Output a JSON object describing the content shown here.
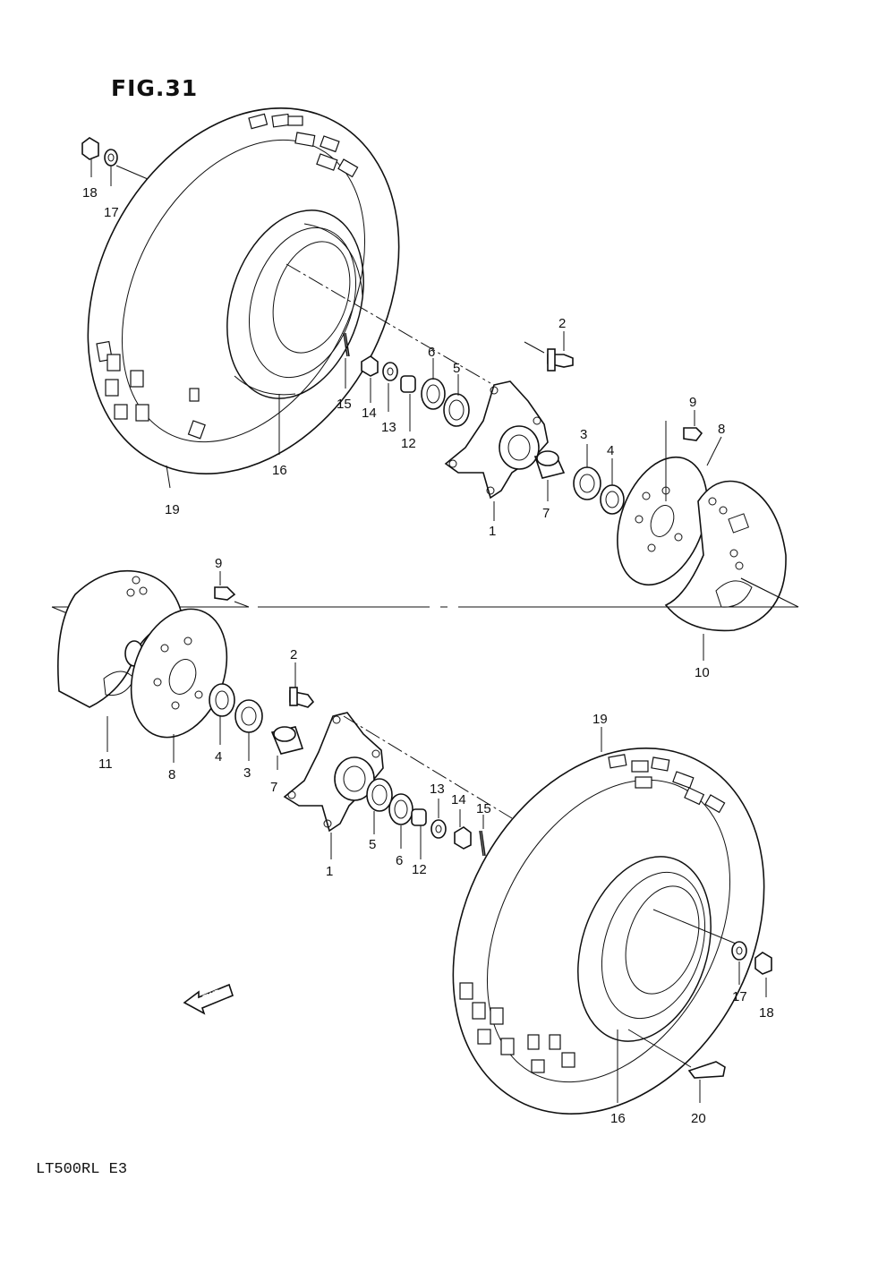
{
  "figure": {
    "title": "FIG.31",
    "model": "LT500RL  E3",
    "fwd_label": "FWD"
  },
  "callouts": {
    "upper_18": "18",
    "upper_17": "17",
    "upper_19": "19",
    "upper_16": "16",
    "upper_15": "15",
    "upper_14": "14",
    "upper_13": "13",
    "upper_12": "12",
    "upper_6": "6",
    "upper_5": "5",
    "upper_2": "2",
    "upper_1": "1",
    "upper_3": "3",
    "upper_4": "4",
    "upper_7": "7",
    "upper_9": "9",
    "upper_8": "8",
    "upper_10": "10",
    "lower_9": "9",
    "lower_11": "11",
    "lower_8": "8",
    "lower_4": "4",
    "lower_3": "3",
    "lower_2": "2",
    "lower_7": "7",
    "lower_1": "1",
    "lower_5": "5",
    "lower_6": "6",
    "lower_12": "12",
    "lower_13": "13",
    "lower_14": "14",
    "lower_15": "15",
    "lower_19": "19",
    "lower_17": "17",
    "lower_18": "18",
    "lower_16": "16",
    "lower_20": "20"
  },
  "icons": {
    "fwd_arrow": "fwd-arrow-icon"
  }
}
